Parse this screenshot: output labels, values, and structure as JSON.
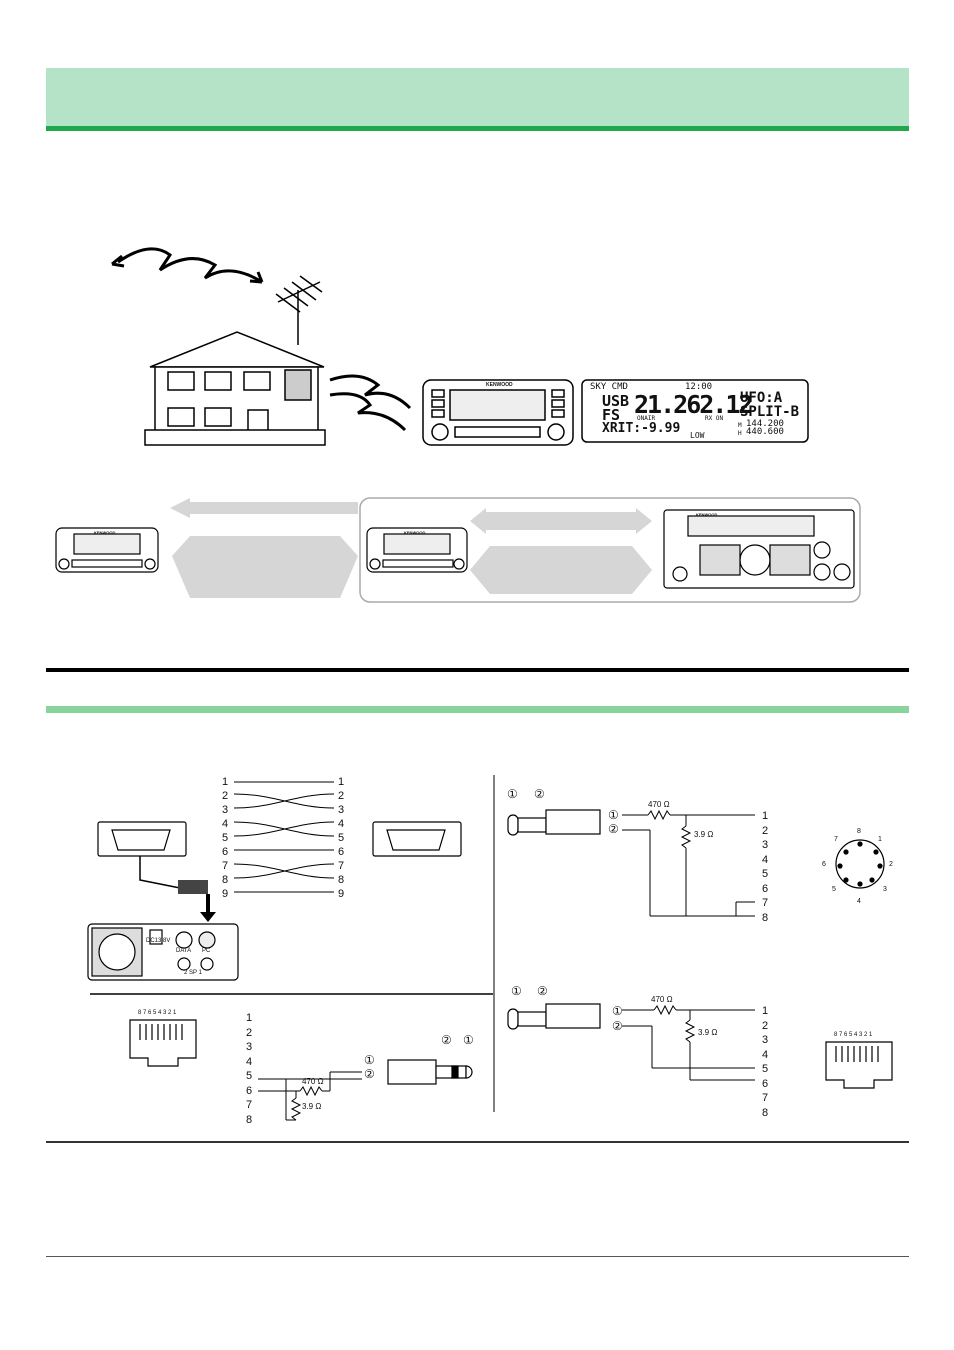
{
  "lcd": {
    "sky_cmd": "SKY CMD",
    "clock": "12:00",
    "mode": "USB",
    "fs": "FS",
    "frequency": "21.262.12",
    "onair": "ONAIR",
    "rxon": "RX ON",
    "vfo": "UFO:A",
    "split": "SPLIT-B",
    "xrit": "XRIT:-9.99",
    "mem_m": "M",
    "mem_m_freq": "144.200",
    "mem_h": "H",
    "mem_h_freq": "440.600",
    "power": "LOW"
  },
  "radio_brand": "KENWOOD",
  "crossover_cable": {
    "left_pins": [
      "1",
      "2",
      "3",
      "4",
      "5",
      "6",
      "7",
      "8",
      "9"
    ],
    "right_pins": [
      "1",
      "2",
      "3",
      "4",
      "5",
      "6",
      "7",
      "8",
      "9"
    ]
  },
  "rear_panel": {
    "dc_label": "DC13.8V",
    "data_label": "DATA",
    "pc_label": "PC",
    "sp_label": "2  SP  1"
  },
  "jack_diagram_top": {
    "jack_markers": [
      "①",
      "②"
    ],
    "resistor_470": "470 Ω",
    "resistor_39": "3.9 Ω",
    "pins": [
      "1",
      "2",
      "3",
      "4",
      "5",
      "6",
      "7",
      "8"
    ]
  },
  "jack_diagram_bottom_right": {
    "jack_markers": [
      "①",
      "②"
    ],
    "resistor_470": "470 Ω",
    "resistor_39": "3.9 Ω",
    "pins": [
      "1",
      "2",
      "3",
      "4",
      "5",
      "6",
      "7",
      "8"
    ]
  },
  "jack_diagram_bottom_left": {
    "jack_markers": [
      "①",
      "②"
    ],
    "resistor_470": "470 Ω",
    "resistor_39": "3.9 Ω",
    "pins": [
      "1",
      "2",
      "3",
      "4",
      "5",
      "6",
      "7",
      "8"
    ]
  },
  "din_connector": {
    "pins": [
      "1",
      "2",
      "3",
      "4",
      "5",
      "6",
      "7",
      "8"
    ]
  },
  "modular_jack": {
    "pin_numbers": "8 7 6 5 4 3 2 1"
  }
}
